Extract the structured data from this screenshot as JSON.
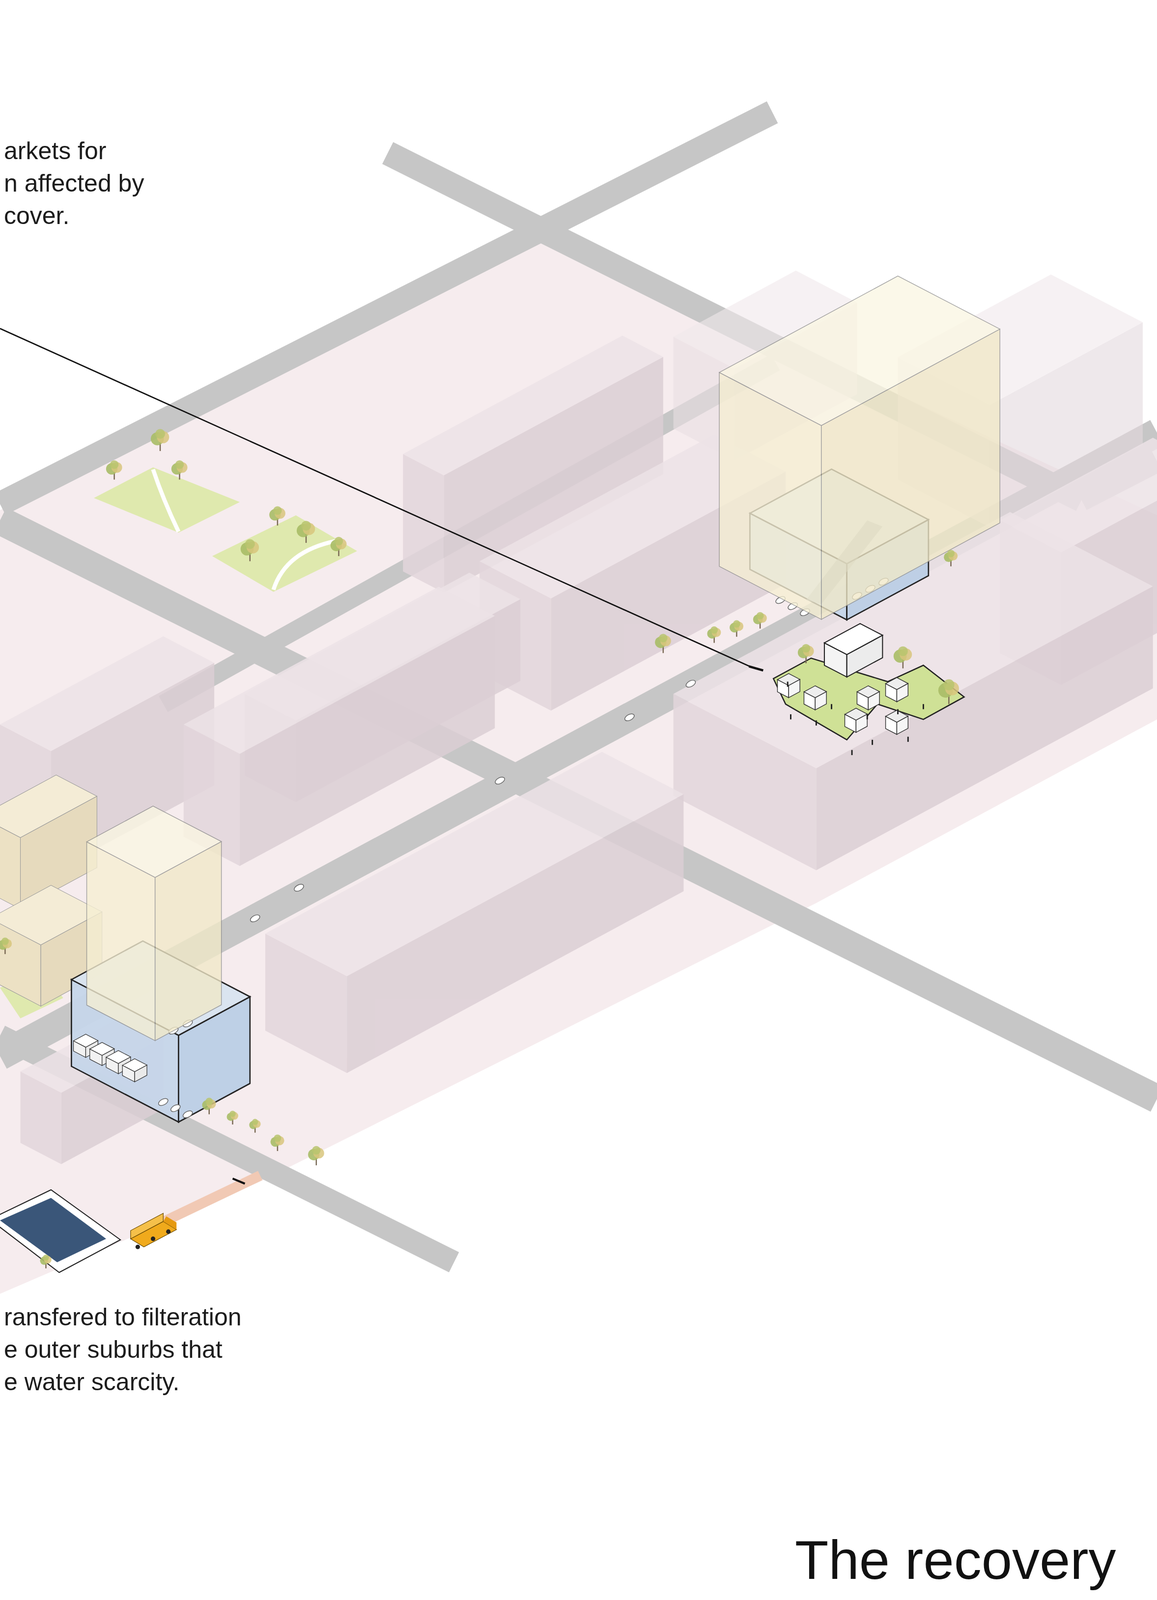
{
  "diagram": {
    "title": "The recovery",
    "labels": [
      "arkets for",
      "n affected by",
      "cover.",
      "ransfered to filteration",
      "e outer suburbs that",
      "e water scarcity."
    ]
  }
}
